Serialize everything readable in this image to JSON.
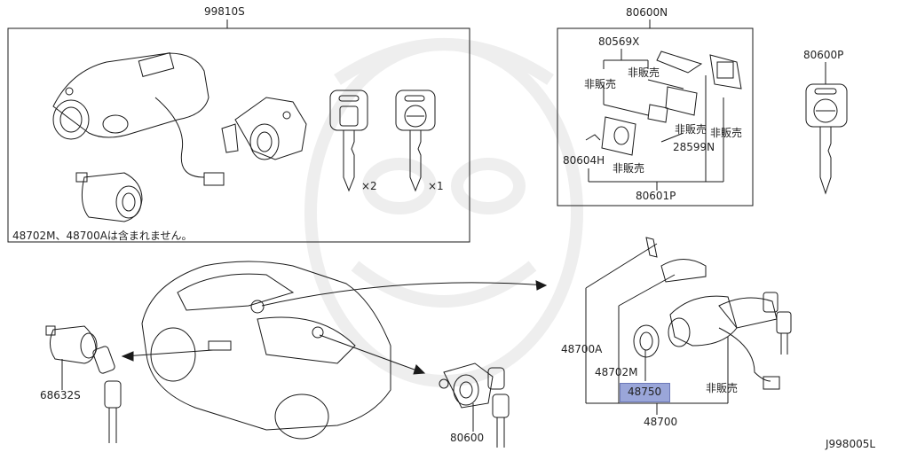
{
  "colors": {
    "line": "#1a1a1a",
    "highlight": "#9aa6d9",
    "watermark": "#ececec"
  },
  "panel_top_left": {
    "part_number": "99810S",
    "note": "48702M、48700Aは含まれません。",
    "key_count_a": "×2",
    "key_count_b": "×1"
  },
  "panel_top_right": {
    "part_number": "80600N",
    "labels": {
      "p80569x": "80569X",
      "not_sold_1": "非販売",
      "not_sold_2": "非販売",
      "not_sold_3": "非販売",
      "not_sold_4": "非販売",
      "not_sold_5": "非販売",
      "p80604h": "80604H",
      "p28599n": "28599N",
      "p80601p": "80601P"
    }
  },
  "key_single": {
    "part_number": "80600P"
  },
  "lower": {
    "p68632s": "68632S",
    "p80600": "80600",
    "p48700a": "48700A",
    "p48702m": "48702M",
    "p48750": "48750",
    "p48700": "48700",
    "not_sold": "非販売"
  },
  "diagram_code": "J998005L"
}
